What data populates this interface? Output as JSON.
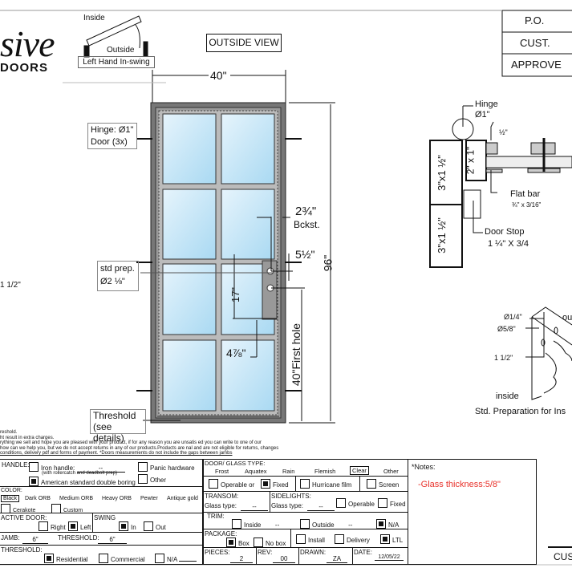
{
  "header": {
    "logo_script": "sive",
    "logo_sub": "DOORS",
    "swing_inside": "Inside",
    "swing_outside": "Outside",
    "swing_label": "Left Hand In-swing",
    "view_label": "OUTSIDE VIEW",
    "width_dim": "40\""
  },
  "approval": {
    "po": "P.O.",
    "cust": "CUST.",
    "approve": "APPROVE"
  },
  "door": {
    "hinge_label_1": "Hinge: Ø1\"",
    "hinge_label_2": "Door (3x)",
    "backset_dim": "2¾\"",
    "backset_label": "Bckst.",
    "plate_dim": "5½\"",
    "prep_label_1": "std prep.",
    "prep_label_2": "Ø2 ⅛\"",
    "hole_gap_dim": "17\"",
    "lower_dim": "4⅞\"",
    "first_hole": "40\"First hole",
    "height_dim": "96\"",
    "threshold_1": "Threshold",
    "threshold_2": "(see details)",
    "left_dim": "1 1/2\""
  },
  "section": {
    "hinge": "Hinge",
    "hinge_dia": "Ø1\"",
    "bar_size": "½\"",
    "frame_1": "3\"x1 ½\"",
    "frame_2": "3\"x1 ½\"",
    "door_frame": "2\" x 1\"",
    "flat_bar": "Flat bar",
    "flat_bar_size": "¾\" x 3/16\"",
    "door_stop": "Door Stop",
    "door_stop_size": "1 ¼\" X 3/4"
  },
  "prep": {
    "d1": "Ø1/4\"",
    "d2": "Ø5/8\"",
    "d3": "1 1/2\"",
    "inside": "inside",
    "outside": "ou",
    "caption": "Std. Preparation for Ins"
  },
  "disclaimer": [
    "reshold.",
    "ht result in extra charges.",
    "rything we sell and hope you are pleased with your product, if for any reason you are unsatis    ed you can write to one of our",
    " how can we help you, but we do not accept returns in any of our products.Products are    nal and are not eligible for returns, changes",
    "conditions, delivery pdf and forms of payment. *Doors measurements do not include the gaps between jambs"
  ],
  "form": {
    "handle": {
      "label": "HANDLE:",
      "iron": "Iron handle:",
      "iron_val": "--",
      "iron_note": "(with rollercatch and deadbolt prep)",
      "american": "American standard double boring",
      "panic": "Panic hardware",
      "other": "Other"
    },
    "color": {
      "label": "COLOR:",
      "options": [
        "Black",
        "Dark ORB",
        "Medium ORB",
        "Heavy ORB",
        "Pewter",
        "Antique gold"
      ],
      "cerakote": "Cerakote",
      "custom": "Custom"
    },
    "active": {
      "label": "ACTIVE DOOR:",
      "right": "Right",
      "left": "Left"
    },
    "swing": {
      "label": "SWING",
      "in": "In",
      "out": "Out"
    },
    "jamb": {
      "label": "JAMB:",
      "value": "6\"",
      "threshold_label": "THRESHOLD:",
      "threshold_value": "6\""
    },
    "threshold": {
      "label": "THRESHOLD:",
      "residential": "Residential",
      "commercial": "Commercial",
      "na": "N/A"
    },
    "glass": {
      "label": "DOOR/ GLASS TYPE:",
      "options": [
        "Frost",
        "Aquatex",
        "Rain",
        "Flemish",
        "Clear",
        "Other"
      ],
      "operable": "Operable",
      "or": "or",
      "fixed": "Fixed",
      "hurricane": "Hurricane film",
      "screen": "Screen"
    },
    "transom": {
      "label": "TRANSOM:",
      "glass": "Glass type:",
      "value": "--"
    },
    "sidelights": {
      "label": "SIDELIGHTS:",
      "glass": "Glass type:",
      "value": "--",
      "operable": "Operable",
      "fixed": "Fixed"
    },
    "trim": {
      "label": "TRIM:",
      "inside": "Inside",
      "inside_val": "--",
      "outside": "Outside",
      "outside_val": "--",
      "na": "N/A"
    },
    "package": {
      "label": "PACKAGE:",
      "box": "Box",
      "nobox": "No box",
      "install": "Install",
      "delivery": "Delivery",
      "ltl": "LTL"
    },
    "pieces": {
      "label": "PIECES:",
      "value": "2"
    },
    "rev": {
      "label": "REV:",
      "value": "00"
    },
    "drawn": {
      "label": "DRAWN:",
      "value": "ZA"
    },
    "date": {
      "label": "DATE:",
      "value": "12/05/22"
    }
  },
  "notes": {
    "label": "*Notes:",
    "text": "-Glass thickness:5/8\"",
    "color": "#e8312a"
  },
  "footer": {
    "cust": "CUS"
  }
}
